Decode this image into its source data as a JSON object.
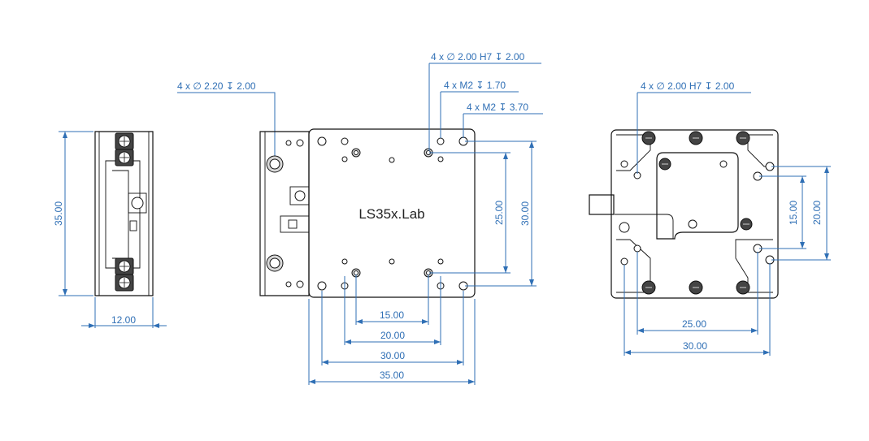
{
  "drawing": {
    "top_view_label": "LS35x.Lab",
    "callouts": {
      "side_holes": "4 x ∅ 2.20 ↧ 2.00",
      "top_pin_holes": "4 x ∅ 2.00 H7 ↧ 2.00",
      "top_m2_a": "4 x M2 ↧ 1.70",
      "top_m2_b": "4 x  M2 ↧ 3.70",
      "bottom_pin_holes": "4 x ∅ 2.00 H7 ↧ 2.00"
    },
    "dimensions": {
      "side_height": "35.00",
      "side_width": "12.00",
      "top_inner_v": "25.00",
      "top_outer_v": "30.00",
      "top_15": "15.00",
      "top_20": "20.00",
      "top_30": "30.00",
      "top_35": "35.00",
      "bottom_15": "15.00",
      "bottom_20": "20.00",
      "bottom_25": "25.00",
      "bottom_30": "30.00"
    }
  }
}
